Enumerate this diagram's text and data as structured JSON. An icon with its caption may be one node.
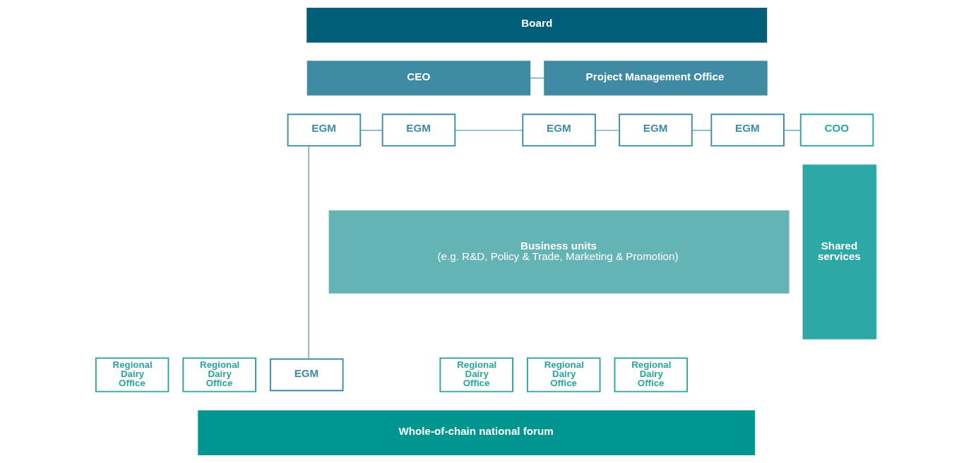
{
  "diagram": {
    "nodes": [
      {
        "text": [
          "Board"
        ]
      },
      {
        "text": [
          "CEO"
        ]
      },
      {
        "text": [
          "Project Management Office"
        ]
      },
      {
        "text": [
          "EGM"
        ]
      },
      {
        "text": [
          "EGM"
        ]
      },
      {
        "text": [
          "EGM"
        ]
      },
      {
        "text": [
          "EGM"
        ]
      },
      {
        "text": [
          "EGM"
        ]
      },
      {
        "text": [
          "COO"
        ]
      },
      {
        "text": [
          "Business units",
          "(e.g. R&D, Policy & Trade, Marketing & Promotion)"
        ]
      },
      {
        "text": [
          "Shared services"
        ]
      },
      {
        "text": [
          "EGM"
        ]
      },
      {
        "text": [
          "Regional Dairy Office"
        ]
      },
      {
        "text": [
          "Regional Dairy Office"
        ]
      },
      {
        "text": [
          "Regional Dairy Office"
        ]
      },
      {
        "text": [
          "Regional Dairy Office"
        ]
      },
      {
        "text": [
          "Regional Dairy Office"
        ]
      },
      {
        "text": [
          "Whole-of-chain national forum"
        ]
      }
    ],
    "edges": [
      {
        "from": 1,
        "to": 2,
        "arrow": "none"
      },
      {
        "from": 3,
        "to": 4,
        "arrow": "none"
      },
      {
        "from": 4,
        "to": 5,
        "arrow": "none"
      },
      {
        "from": 5,
        "to": 6,
        "arrow": "none"
      },
      {
        "from": 6,
        "to": 7,
        "arrow": "none"
      },
      {
        "from": 7,
        "to": 8,
        "arrow": "none"
      },
      {
        "from": 11,
        "to": 3,
        "arrow": "none"
      }
    ]
  }
}
